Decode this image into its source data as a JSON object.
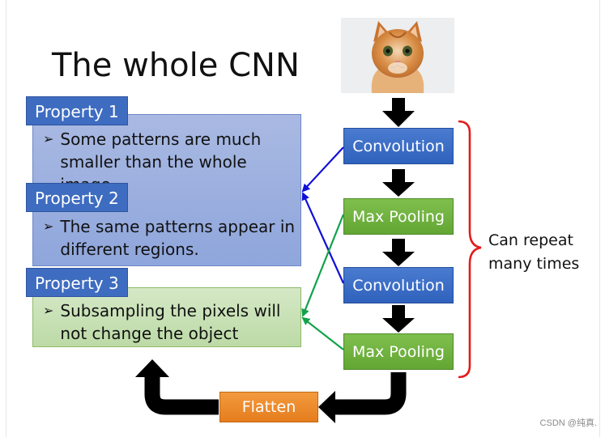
{
  "title": "The whole CNN",
  "properties": [
    {
      "tag": "Property 1",
      "lines": [
        "Some patterns are much",
        "smaller than the whole image"
      ]
    },
    {
      "tag": "Property 2",
      "lines": [
        "The same patterns appear in",
        "different regions."
      ]
    },
    {
      "tag": "Property 3",
      "lines": [
        "Subsampling the pixels will",
        "not change the object"
      ]
    }
  ],
  "pipeline": {
    "conv1": "Convolution",
    "pool1": "Max Pooling",
    "conv2": "Convolution",
    "pool2": "Max Pooling",
    "flatten": "Flatten"
  },
  "repeat_note": [
    "Can repeat",
    "many times"
  ],
  "bullet_glyph": "➢",
  "watermark": "CSDN @纯真.",
  "colors": {
    "accent_blue": "#3e6cc0",
    "conv_block": "#2f62bd",
    "pool_block": "#63a634",
    "flatten_block": "#e57d1d",
    "brace_red": "#e31b1b",
    "arrow_blue": "#1010d8",
    "arrow_green": "#12a24a"
  },
  "image": {
    "icon": "cat-photo"
  }
}
